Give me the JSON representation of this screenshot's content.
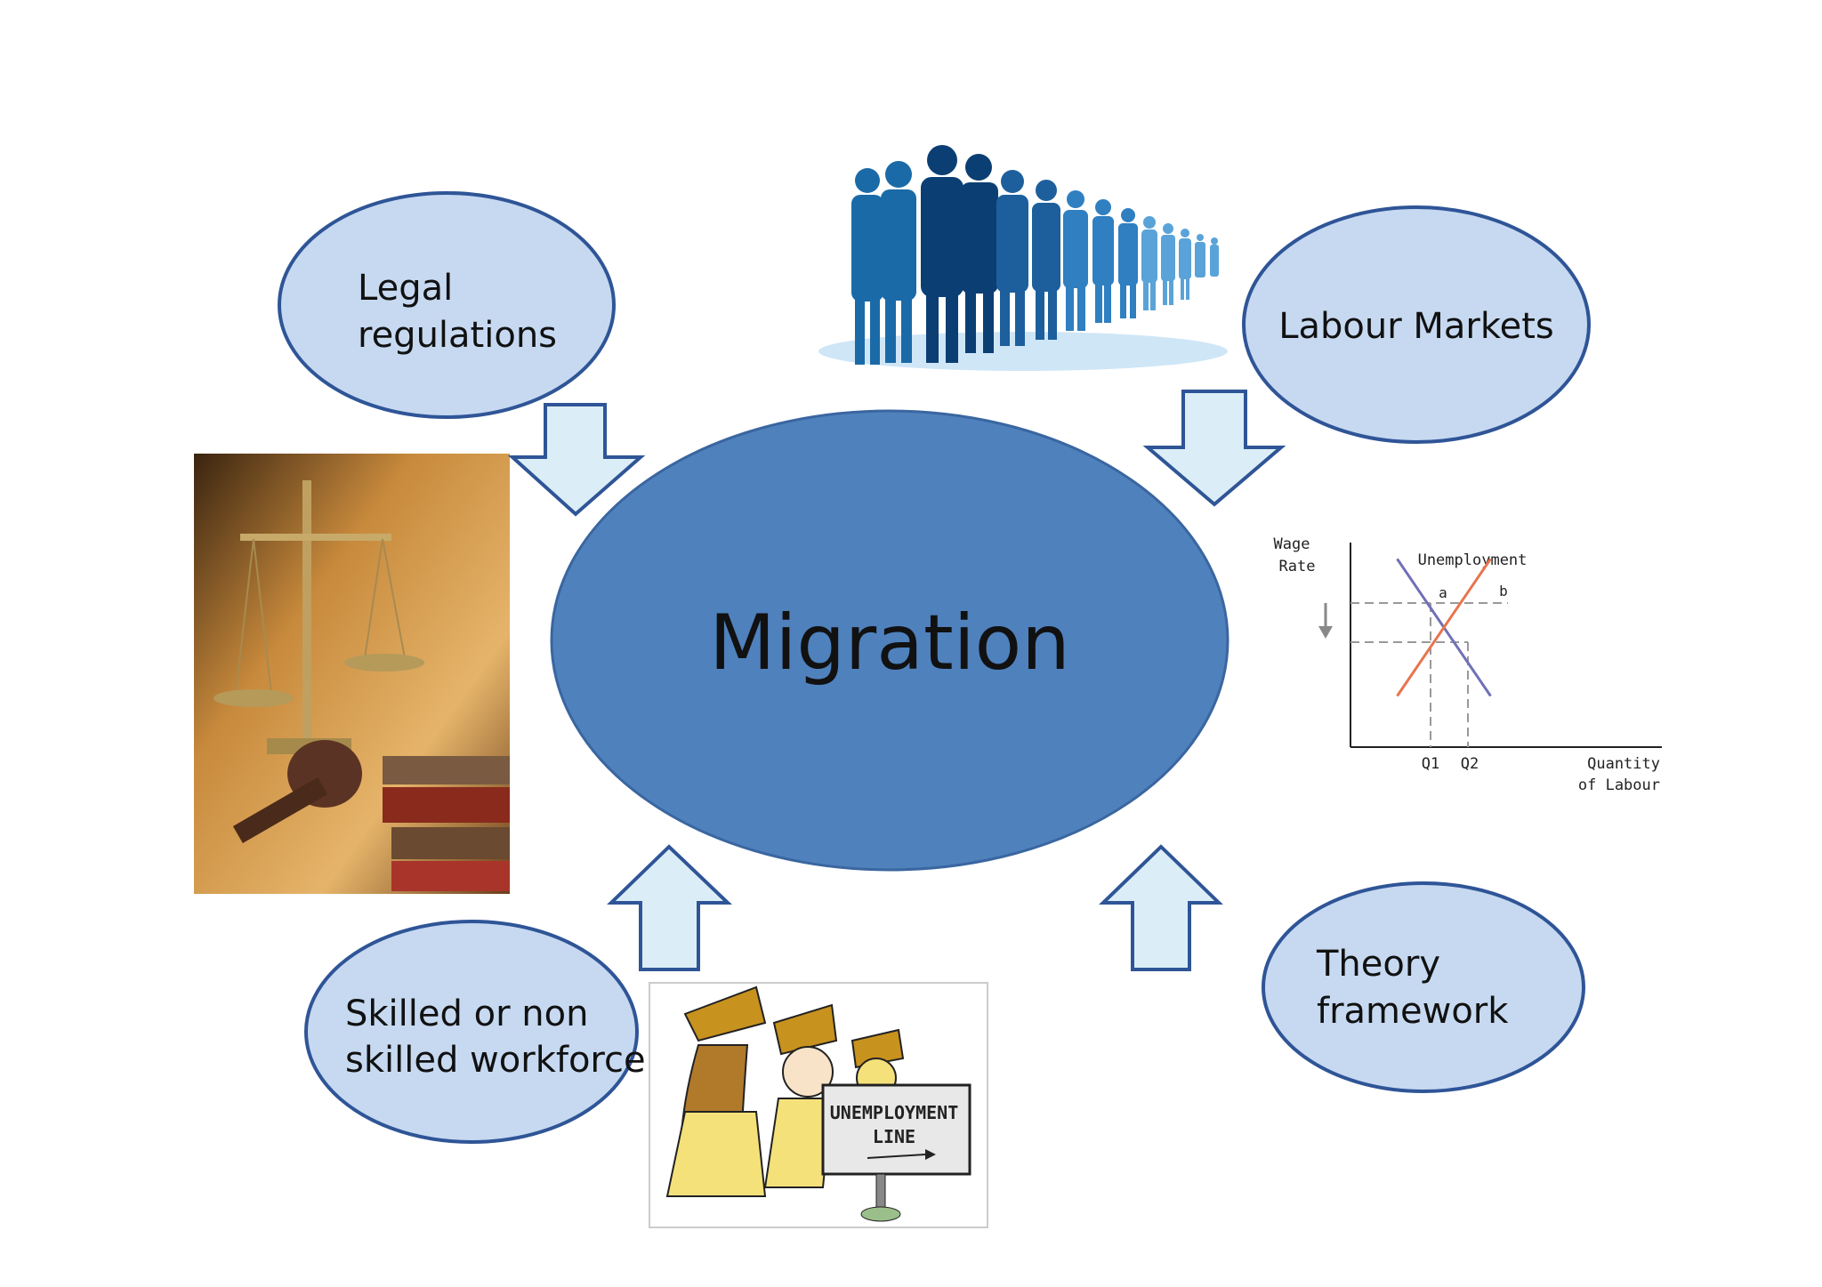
{
  "center": {
    "label": "Migration"
  },
  "nodes": {
    "legal": {
      "line1": "Legal",
      "line2": "regulations"
    },
    "labour": {
      "line1": "Labour Markets"
    },
    "skilled": {
      "line1": "Skilled or non",
      "line2": "skilled workforce"
    },
    "theory": {
      "line1": "Theory",
      "line2": "framework"
    }
  },
  "cartoon": {
    "sign_line1": "UNEMPLOYMENT",
    "sign_line2": "LINE"
  },
  "colors": {
    "center_fill": "#4f81bd",
    "bubble_fill": "#c6d9f1",
    "bubble_stroke": "#2f5597",
    "arrow_fill": "#dbeef7",
    "arrow_stroke": "#2f5597"
  },
  "chart_data": {
    "type": "line",
    "title": "Unemployment",
    "ylabel_line1": "Wage",
    "ylabel_line2": "Rate",
    "xlabel_line1": "Quantity",
    "xlabel_line2": "of Labour",
    "x_ticks": [
      "Q1",
      "Q2"
    ],
    "point_labels": [
      "a",
      "b"
    ],
    "series": [
      {
        "values": [
          [
            0.15,
            0.92
          ],
          [
            0.45,
            0.25
          ]
        ],
        "color": "#7070b8"
      },
      {
        "values": [
          [
            0.15,
            0.25
          ],
          [
            0.45,
            0.92
          ]
        ],
        "color": "#e8744e"
      }
    ]
  }
}
